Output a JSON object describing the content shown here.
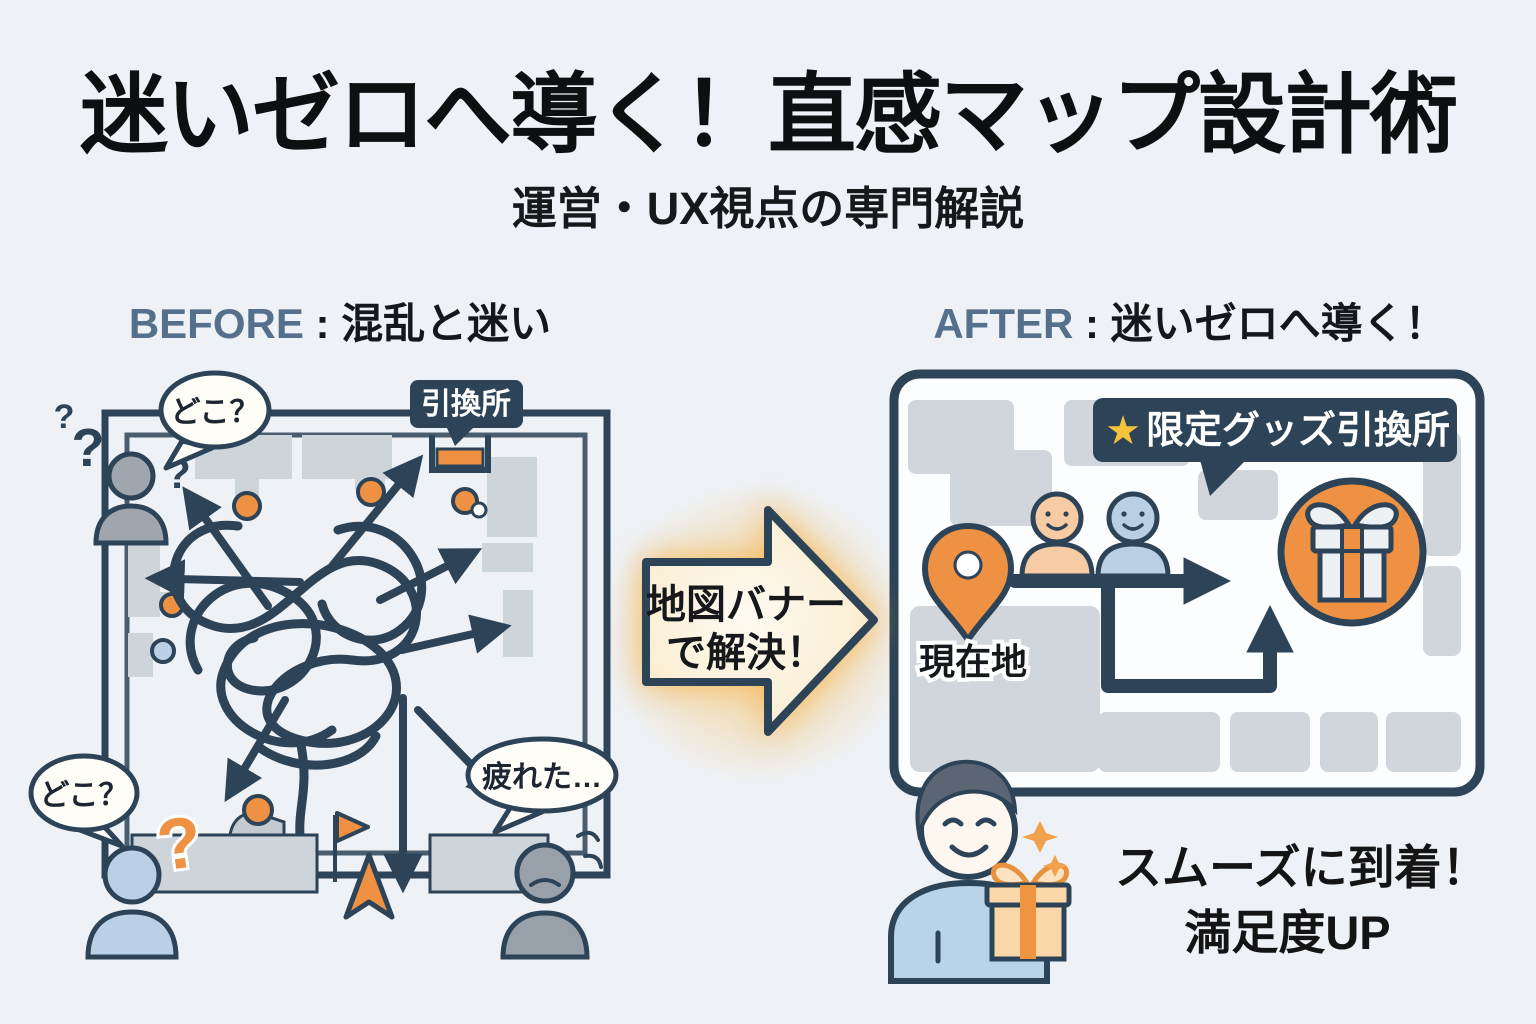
{
  "colors": {
    "background": "#eef1f5",
    "navy": "#2d4357",
    "orange": "#ee9142",
    "steel_heading": "#54708c",
    "block_gray": "#d0d6db",
    "bubble_white": "#fffdf8",
    "person_blue": "#b9d0e6",
    "person_gray": "#9fa6ad",
    "skin_peach": "#f7cba3",
    "star_yellow": "#f3c43b",
    "arrow_cream": "#fdf8ec"
  },
  "header": {
    "title": "迷いゼロへ導く！直感マップ設計術",
    "subtitle": "運営・UX視点の専門解説"
  },
  "before": {
    "label": "BEFORE",
    "separator": " : ",
    "heading": "混乱と迷い",
    "kiosk_sign": "引換所",
    "bubble_where_top": "どこ？",
    "bubble_where_bottom": "どこ？",
    "bubble_tired": "疲れた…",
    "question_mark": "?"
  },
  "solution": {
    "line1": "地図バナー",
    "line2": "で解決！"
  },
  "after": {
    "label": "AFTER",
    "separator": " : ",
    "heading": "迷いゼロへ導く！",
    "sign_star": "★",
    "sign_label": "限定グッズ引換所",
    "pin_label": "現在地",
    "result_line1": "スムーズに到着！",
    "result_line2": "満足度UP"
  }
}
